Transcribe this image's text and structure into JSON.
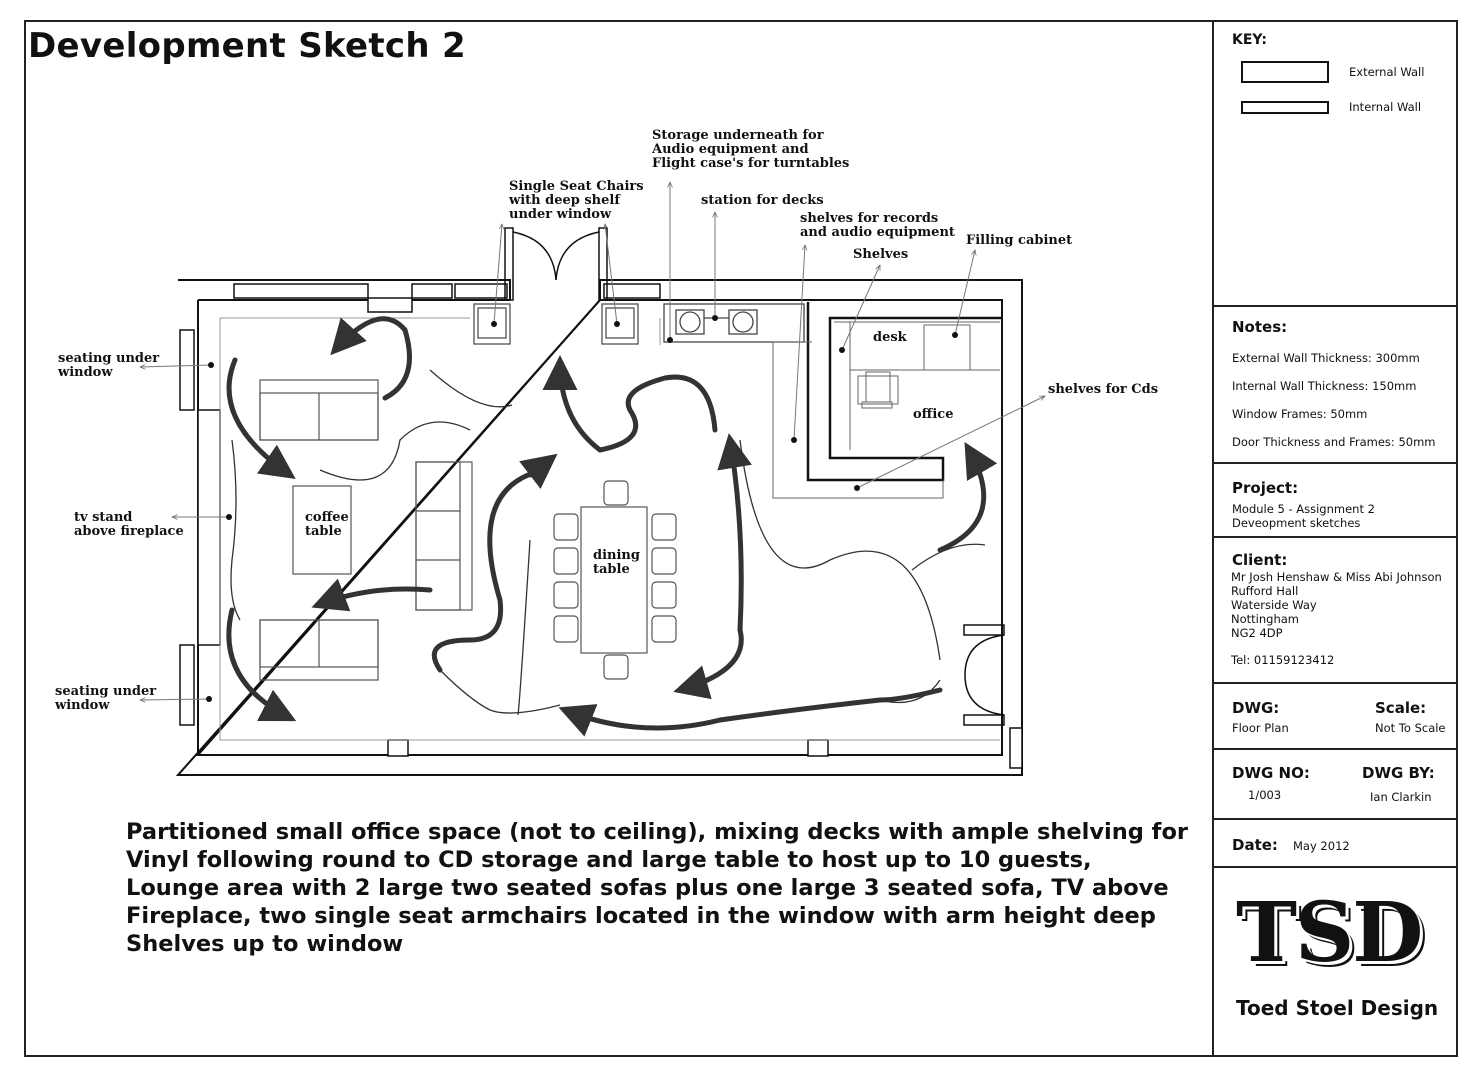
{
  "title": "Development Sketch 2",
  "key": {
    "heading": "KEY:",
    "items": [
      "External Wall",
      "Internal Wall"
    ]
  },
  "notes": {
    "heading": "Notes:",
    "items": [
      "External Wall Thickness: 300mm",
      "Internal Wall Thickness: 150mm",
      "Window Frames: 50mm",
      "Door Thickness and Frames: 50mm"
    ]
  },
  "project": {
    "heading": "Project:",
    "lines": [
      "Module 5 - Assignment 2",
      "Deveopment sketches"
    ]
  },
  "client": {
    "heading": "Client:",
    "lines": [
      "Mr Josh Henshaw & Miss Abi Johnson",
      "Rufford Hall",
      "Waterside Way",
      "Nottingham",
      "NG2 4DP"
    ],
    "tel": "Tel: 01159123412"
  },
  "dwg": {
    "heading": "DWG:",
    "value": "Floor Plan"
  },
  "scale": {
    "heading": "Scale:",
    "value": "Not To Scale"
  },
  "dwg_no": {
    "heading": "DWG NO:",
    "value": "1/003"
  },
  "dwg_by": {
    "heading": "DWG BY:",
    "value": "Ian Clarkin"
  },
  "date": {
    "heading": "Date:",
    "value": "May 2012"
  },
  "logo": {
    "mark": "TSD",
    "name": "Toed Stoel Design"
  },
  "plan_labels": {
    "storage": [
      "Storage underneath for",
      "Audio equipment and",
      "Flight case's for turntables"
    ],
    "single_seat": [
      "Single Seat Chairs",
      "with deep shelf",
      "under window"
    ],
    "station": "station for decks",
    "shelves_records": [
      "shelves for records",
      "and audio equipment"
    ],
    "filling": "Filling cabinet",
    "shelves": "Shelves",
    "seating_top": [
      "seating under",
      "window"
    ],
    "seating_bottom": [
      "seating under",
      "window"
    ],
    "tv": [
      "tv stand",
      "above fireplace"
    ],
    "shelves_cds": "shelves for Cds",
    "desk": "desk",
    "office": "office",
    "coffee": [
      "coffee",
      "table"
    ],
    "dining": [
      "dining",
      "table"
    ]
  },
  "description": [
    "Partitioned small office space (not to ceiling), mixing decks with ample shelving for",
    "Vinyl following round to CD storage and large table to host up to 10 guests,",
    "Lounge area with 2 large two seated sofas plus one large 3 seated sofa, TV above",
    "Fireplace, two single seat armchairs located in the window with arm height deep",
    "Shelves up to window"
  ]
}
